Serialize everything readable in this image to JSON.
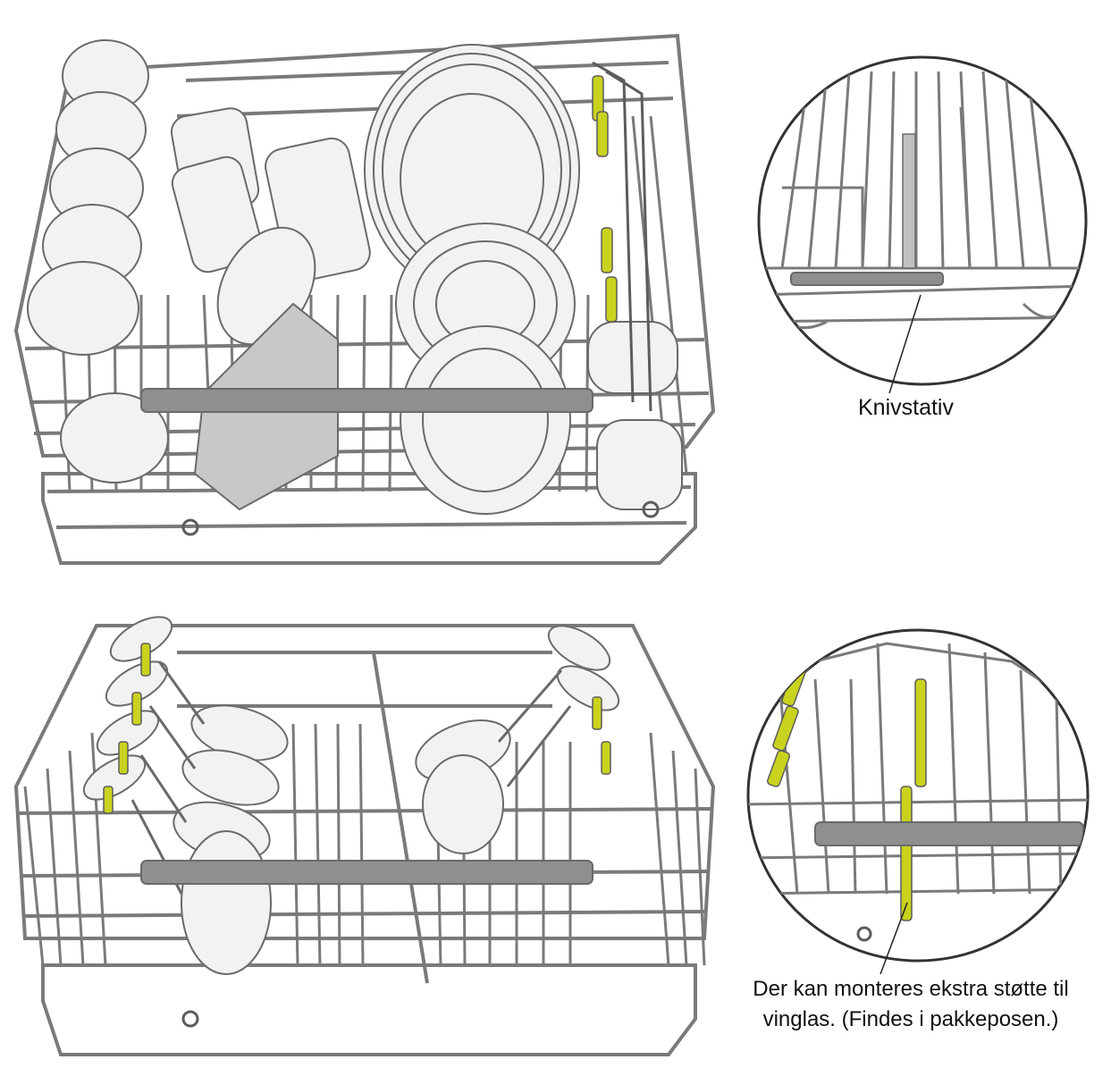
{
  "labels": {
    "knife_rack": "Knivstativ",
    "extra_support_line1": "Der kan monteres ekstra støtte til",
    "extra_support_line2": "vinglas. (Findes i pakkeposen.)"
  },
  "colors": {
    "wire": "#7a7a7a",
    "wire_dark": "#5c5c5c",
    "handle": "#8f8f8f",
    "dish": "#f2f2f2",
    "dish_stroke": "#6a6a6a",
    "highlight": "#c9d21e",
    "background": "#ffffff"
  }
}
